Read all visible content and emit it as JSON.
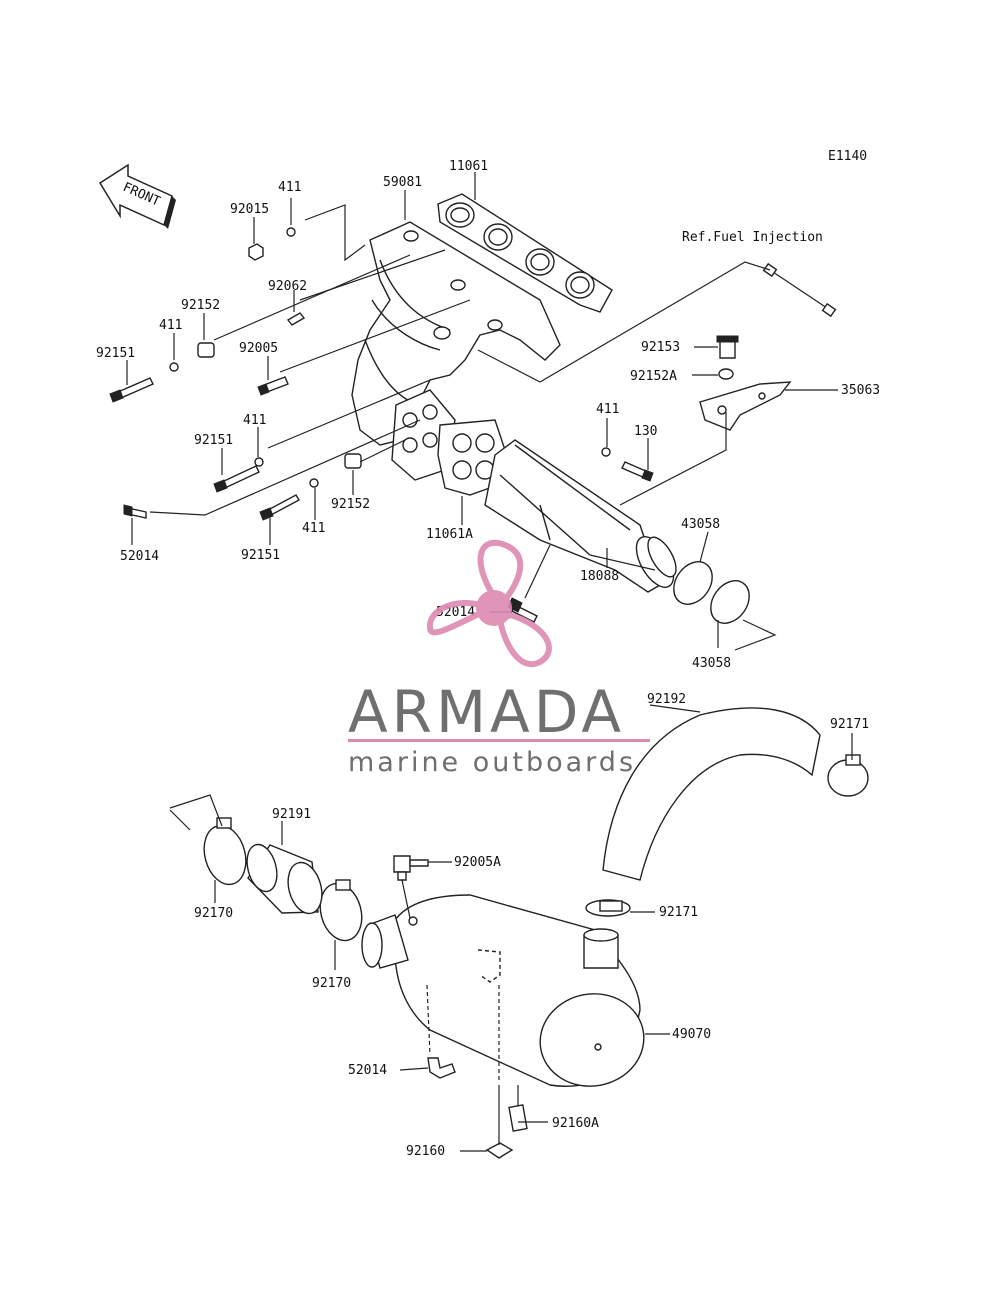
{
  "diagram_code": "E1140",
  "front_arrow": "FRONT",
  "reference_label": "Ref.Fuel Injection",
  "watermark": {
    "title": "ARMADA",
    "subtitle": "marine outboards",
    "accent": "#dd8ab1"
  },
  "parts": {
    "p11061": "11061",
    "p59081": "59081",
    "p411_a": "411",
    "p92015": "92015",
    "p92062": "92062",
    "p92152_a": "92152",
    "p411_b": "411",
    "p92151_a": "92151",
    "p92005": "92005",
    "p411_c": "411",
    "p92151_b": "92151",
    "p92152_b": "92152",
    "p411_d": "411",
    "p52014_a": "52014",
    "p92151_c": "92151",
    "p11061A": "11061A",
    "p92153": "92153",
    "p92152A": "92152A",
    "p35063": "35063",
    "p411_e": "411",
    "p130": "130",
    "p43058_a": "43058",
    "p18088": "18088",
    "p52014_b": "52014",
    "p43058_b": "43058",
    "p92192": "92192",
    "p92171_a": "92171",
    "p92191": "92191",
    "p92170_a": "92170",
    "p92005A": "92005A",
    "p92170_b": "92170",
    "p92171_b": "92171",
    "p49070": "49070",
    "p52014_c": "52014",
    "p92160A": "92160A",
    "p92160": "92160"
  }
}
